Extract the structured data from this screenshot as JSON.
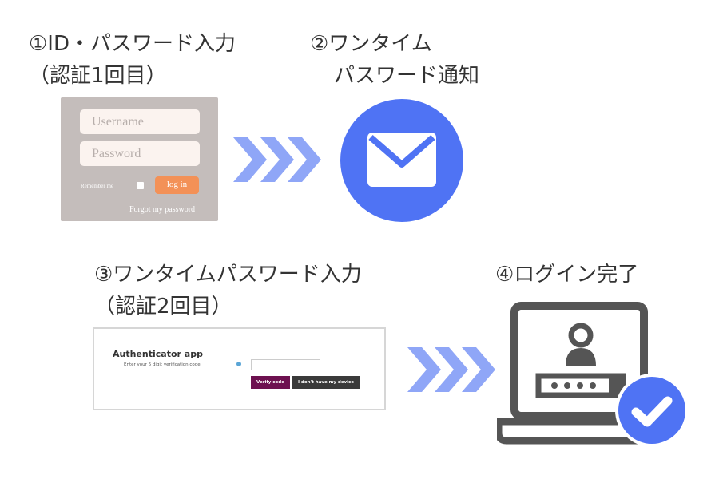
{
  "steps": [
    {
      "title_line1": "①ID・パスワード入力",
      "title_line2": "（認証1回目）"
    },
    {
      "title_line1": "②ワンタイム",
      "title_line2": "パスワード通知"
    },
    {
      "title_line1": "③ワンタイムパスワード入力",
      "title_line2": "（認証2回目）"
    },
    {
      "title_line1": "④ログイン完了"
    }
  ],
  "login_form": {
    "username_placeholder": "Username",
    "password_placeholder": "Password",
    "remember_label": "Remember me",
    "login_button": "log in",
    "forgot_link": "Forgot my password"
  },
  "authenticator": {
    "title": "Authenticator app",
    "instruction": "Enter your 6 digit verification code",
    "verify_button": "Verify code",
    "no_device_button": "I don't have my device"
  },
  "colors": {
    "accent_blue": "#4f73f4",
    "arrow_blue": "#8fa6f7",
    "login_button": "#f39157",
    "verify_button": "#6d1150",
    "laptop_gray": "#555555"
  },
  "icons": {
    "mail": "mail-icon",
    "laptop": "laptop-icon",
    "user": "user-icon",
    "check": "checkmark-icon"
  }
}
